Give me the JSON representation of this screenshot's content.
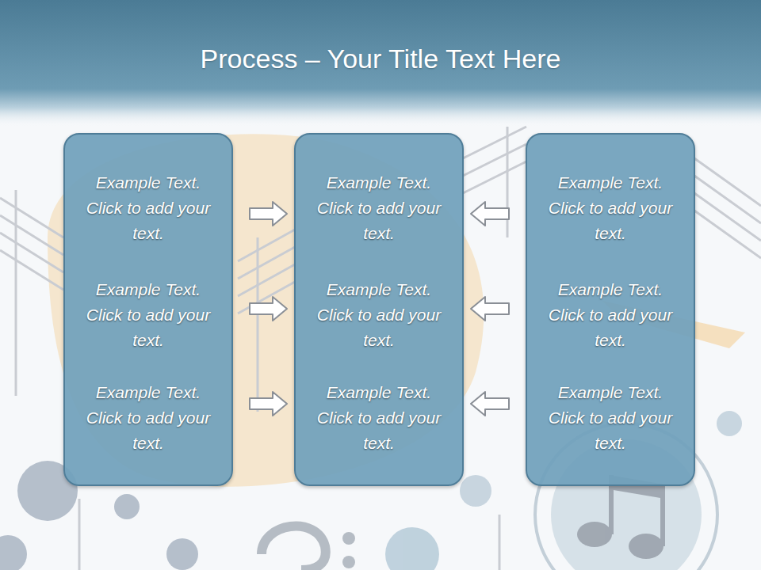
{
  "diagram": {
    "title": "Process – Your Title Text Here",
    "nodes": [
      {
        "text": [
          "Example Text. Click to add your text.",
          "Example Text. Click to add your text.",
          "Example Text. Click to add your text."
        ]
      },
      {
        "text": [
          "Example Text. Click to add your text.",
          "Example Text. Click to add your text.",
          "Example Text. Click to add your text."
        ]
      },
      {
        "text": [
          "Example Text. Click to add your text.",
          "Example Text. Click to add your text.",
          "Example Text. Click to add your text."
        ]
      }
    ],
    "edges": [
      {
        "from": 0,
        "to": 1,
        "arrow": "to"
      },
      {
        "from": 0,
        "to": 1,
        "arrow": "to"
      },
      {
        "from": 0,
        "to": 1,
        "arrow": "to"
      },
      {
        "from": 2,
        "to": 1,
        "arrow": "to"
      },
      {
        "from": 2,
        "to": 1,
        "arrow": "to"
      },
      {
        "from": 2,
        "to": 1,
        "arrow": "to"
      }
    ]
  }
}
